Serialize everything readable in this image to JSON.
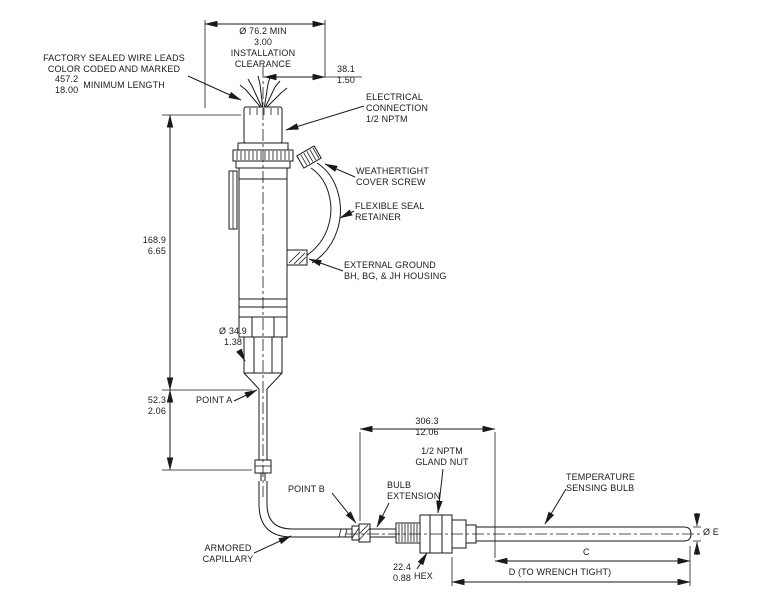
{
  "page": {
    "background": "#ffffff",
    "line_color": "#1a1a1a"
  },
  "labels": {
    "wire_leads_note": "FACTORY SEALED WIRE LEADS\nCOLOR CODED AND MARKED",
    "wire_leads_length": "457.2\n18.00",
    "wire_leads_length_label": "MINIMUM LENGTH",
    "installation_clearance": "Ø 76.2 MIN\n3.00\nINSTALLATION\nCLEARANCE",
    "clearance_offset": "38.1\n1.50",
    "electrical_connection": "ELECTRICAL\nCONNECTION\n1/2 NPTM",
    "weathertight_cover_screw": "WEATHERTIGHT\nCOVER SCREW",
    "flexible_seal_retainer": "FLEXIBLE SEAL\nRETAINER",
    "external_ground": "EXTERNAL GROUND\nBH, BG, & JH HOUSING",
    "housing_height": "168.9\n6.65",
    "housing_diameter": "Ø 34.9\n1.38",
    "lower_length": "52.3\n2.06",
    "point_a": "POINT A",
    "point_b": "POINT B",
    "bulb_extension": "BULB\nEXTENSION",
    "gland_nut": "1/2 NPTM\nGLAND NUT",
    "extension_length": "306.3\n12.06",
    "temperature_sensing_bulb": "TEMPERATURE\nSENSING BULB",
    "armored_capillary": "ARMORED\nCAPILLARY",
    "hex_size": "22.4\n0.88",
    "hex": "HEX",
    "dim_c": "C",
    "dim_d": "D (TO WRENCH TIGHT)",
    "dim_e": "Ø E"
  }
}
